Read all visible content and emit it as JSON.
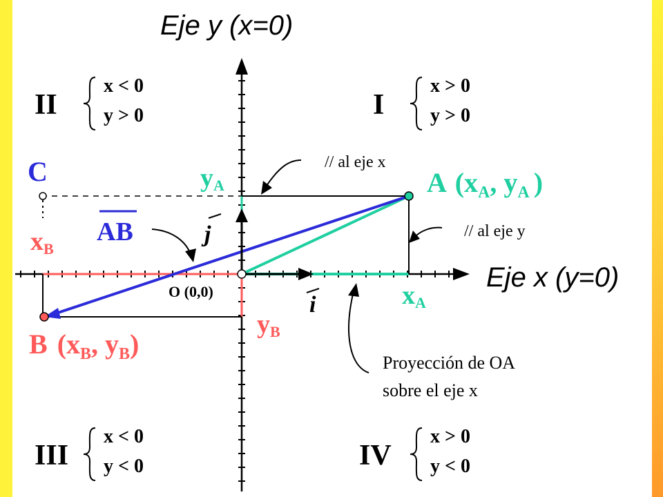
{
  "colors": {
    "red": "#ff5a5a",
    "cyan": "#1fcfa0",
    "blue": "#2b2bd9",
    "black": "#000000",
    "border": "#fff23a"
  },
  "axes": {
    "y_axis_label": "Eje y (x=0)",
    "x_axis_label": "Eje x (y=0)",
    "origin_label": "O (0,0)",
    "unit_vector_i": "i",
    "unit_vector_j": "j"
  },
  "quadrants": {
    "q1": {
      "numeral": "I",
      "cond1": "x > 0",
      "cond2": "y > 0"
    },
    "q2": {
      "numeral": "II",
      "cond1": "x < 0",
      "cond2": "y > 0"
    },
    "q3": {
      "numeral": "III",
      "cond1": "x < 0",
      "cond2": "y < 0"
    },
    "q4": {
      "numeral": "IV",
      "cond1": "x > 0",
      "cond2": "y < 0"
    }
  },
  "points": {
    "A": {
      "name": "A",
      "coord_open": "(x",
      "coord_sep": ", y",
      "coord_close": ")",
      "sub": "A"
    },
    "B": {
      "name": "B",
      "coord_open": "(x",
      "coord_sep": ", y",
      "coord_close": ")",
      "sub": "B"
    },
    "C": {
      "name": "C"
    }
  },
  "labels": {
    "xA": "x",
    "xA_sub": "A",
    "yA": "y",
    "yA_sub": "A",
    "xB": "x",
    "xB_sub": "B",
    "yB": "y",
    "yB_sub": "B",
    "vector_AB": "AB"
  },
  "annotations": {
    "parallel_x": "// al eje x",
    "parallel_y": "// al eje y",
    "projection_line1": "Proyección de OA",
    "projection_line2": "sobre el eje x"
  }
}
